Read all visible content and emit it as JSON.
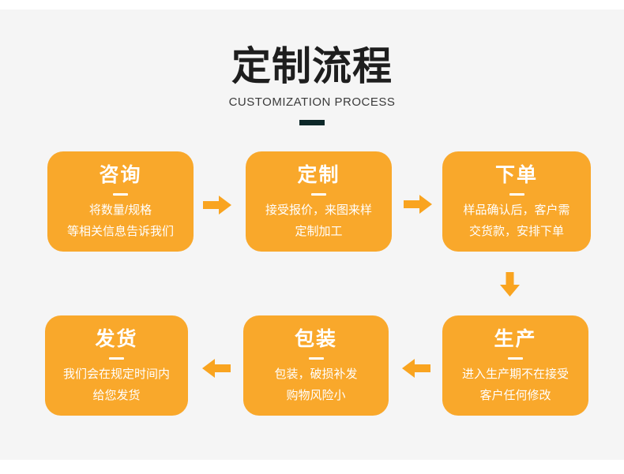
{
  "header": {
    "title": "定制流程",
    "subtitle": "CUSTOMIZATION PROCESS"
  },
  "steps": [
    {
      "title": "咨询",
      "lines": [
        "将数量/规格",
        "等相关信息告诉我们"
      ]
    },
    {
      "title": "定制",
      "lines": [
        "接受报价，来图来样",
        "定制加工"
      ]
    },
    {
      "title": "下单",
      "lines": [
        "样品确认后，客户需",
        "交货款，安排下单"
      ]
    },
    {
      "title": "生产",
      "lines": [
        "进入生产期不在接受",
        "客户任何修改"
      ]
    },
    {
      "title": "包装",
      "lines": [
        "包装，破损补发",
        "购物风险小"
      ]
    },
    {
      "title": "发货",
      "lines": [
        "我们会在规定时间内",
        "给您发货"
      ]
    }
  ],
  "flow_order": [
    "咨询",
    "定制",
    "下单",
    "生产",
    "包装",
    "发货"
  ],
  "icons": {
    "arrows": [
      "arrow-right-icon",
      "arrow-right-icon",
      "arrow-down-icon",
      "arrow-left-icon",
      "arrow-left-icon"
    ]
  },
  "colors": {
    "panel_background": "#f5f5f5",
    "page_background": "#ffffff",
    "box_fill": "#f9a82b",
    "arrow_fill": "#f9a420",
    "title_text": "#1e1e1e",
    "subtitle_text": "#3b3b3b",
    "accent_bar": "#0d2829",
    "box_text": "#ffffff"
  }
}
